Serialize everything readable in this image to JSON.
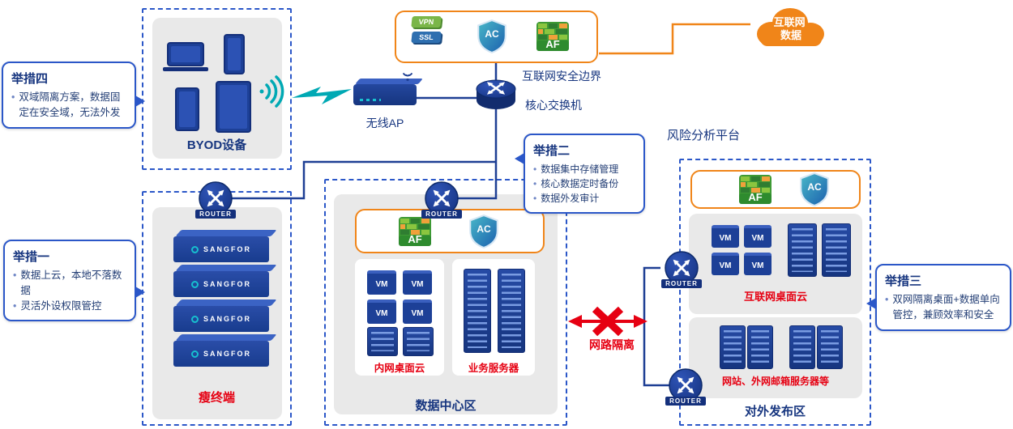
{
  "cloud": {
    "line1": "互联网",
    "line2": "数据"
  },
  "security": {
    "boundary_label": "互联网安全边界",
    "vpn": "VPN",
    "ssl": "SSL",
    "ac": "AC",
    "af": "AF"
  },
  "network": {
    "wireless_ap": "无线AP",
    "core_switch": "核心交换机",
    "router": "ROUTER",
    "isolation": "网路隔离",
    "risk_platform": "风险分析平台"
  },
  "zones": {
    "byod": {
      "label": "BYOD设备"
    },
    "thin_terminal": {
      "label": "瘦终端",
      "appliance": "SANGFOR"
    },
    "datacenter": {
      "label": "数据中心区",
      "desktop_cloud": "内网桌面云",
      "business_servers": "业务服务器",
      "vm": "VM"
    },
    "publish": {
      "label": "对外发布区",
      "desktop_cloud": "互联网桌面云",
      "servers": "网站、外网邮箱服务器等",
      "vm": "VM"
    }
  },
  "callouts": {
    "m1": {
      "title": "举措一",
      "items": [
        "数据上云，本地不落数据",
        "灵活外设权限管控"
      ]
    },
    "m2": {
      "title": "举措二",
      "items": [
        "数据集中存储管理",
        "核心数据定时备份",
        "数据外发审计"
      ]
    },
    "m3": {
      "title": "举措三",
      "items": [
        "双网隔离桌面+数据单向管控，兼顾效率和安全"
      ]
    },
    "m4": {
      "title": "举措四",
      "items": [
        "双域隔离方案，数据固定在安全域，无法外发"
      ]
    }
  },
  "colors": {
    "navy": "#16357f",
    "teal": "#00a9b4",
    "orange": "#f08519",
    "red": "#e60012",
    "green": "#3f9a35",
    "zone_border": "#2b57c8"
  }
}
